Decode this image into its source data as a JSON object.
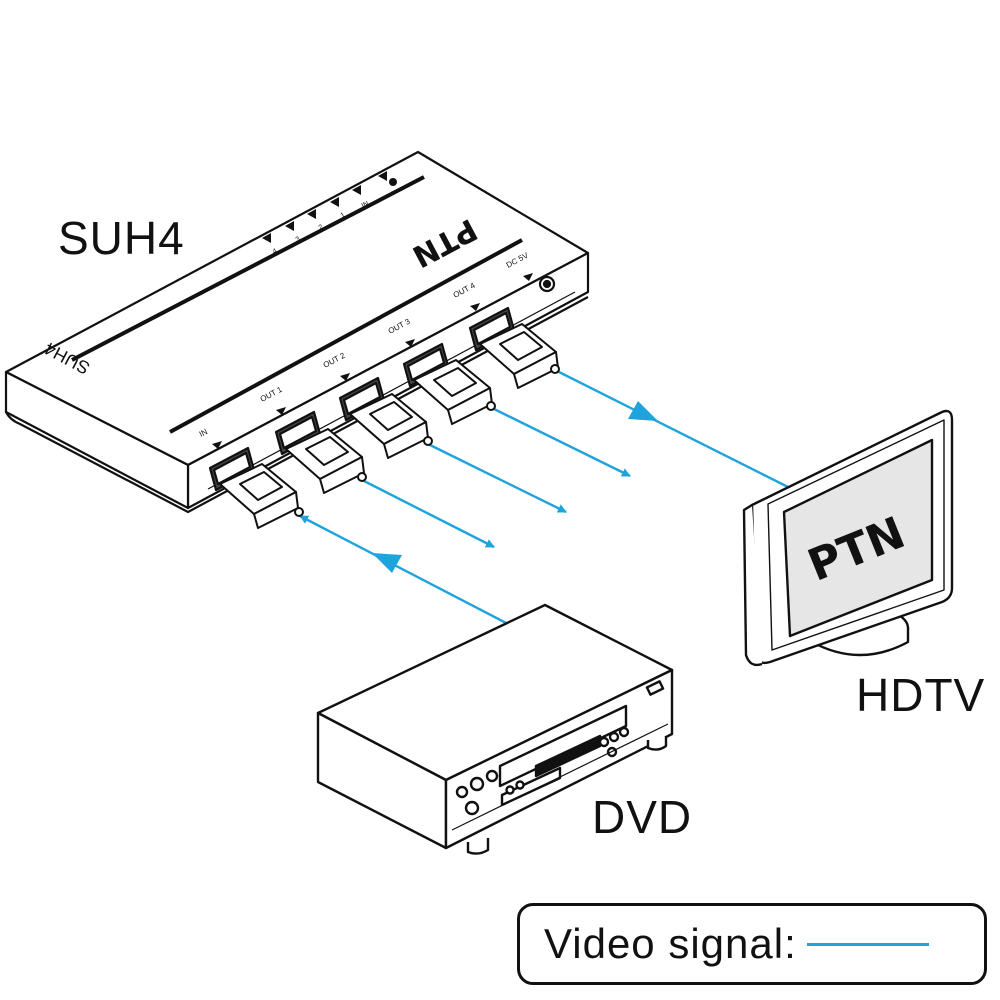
{
  "labels": {
    "splitter": "SUH4",
    "splitter_side": "SUH4",
    "brand": "PTN",
    "tv": "HDTV",
    "dvd": "DVD"
  },
  "ports": {
    "input": "IN",
    "out1": "OUT 1",
    "out2": "OUT 2",
    "out3": "OUT 3",
    "out4": "OUT 4",
    "power": "DC 5V"
  },
  "leds": [
    "IN",
    "1",
    "2",
    "3",
    "4"
  ],
  "legend": {
    "text": "Video signal:"
  },
  "colors": {
    "signal": "#1ea3dd",
    "outline": "#111111",
    "fill": "#ffffff",
    "screen": "#e6e6e6"
  }
}
